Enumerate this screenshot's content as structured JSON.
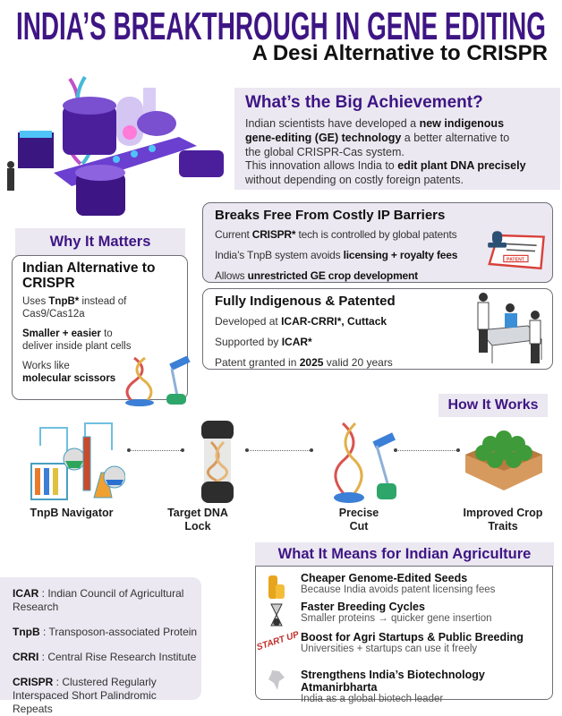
{
  "header": {
    "title": "INDIA’S BREAKTHROUGH IN GENE EDITING",
    "subtitle": "A Desi Alternative to CRISPR"
  },
  "achievement": {
    "heading": "What’s the Big Achievement?",
    "lines": [
      {
        "a": "Indian scientists have developed a ",
        "b": "new indigenous",
        "c": ""
      },
      {
        "a": "",
        "b": "gene-editing (GE) technology",
        "c": " a better alternative to"
      },
      {
        "a": "the global CRISPR-Cas system.",
        "b": "",
        "c": ""
      },
      {
        "a": "This innovation allows India to ",
        "b": "edit plant DNA precisely",
        "c": ""
      },
      {
        "a": "without depending on costly foreign patents.",
        "b": "",
        "c": ""
      }
    ]
  },
  "why": {
    "heading": "Why It Matters",
    "card_title": "Indian Alternative to CRISPR",
    "points": [
      {
        "a": "Uses ",
        "b": "TnpB*",
        "c": " instead of Cas9/Cas12a"
      },
      {
        "a": "",
        "b": "Smaller + easier",
        "c": " to deliver inside plant cells"
      },
      {
        "a": "Works like ",
        "b": "molecular scissors",
        "c": ""
      }
    ]
  },
  "ip_barriers": {
    "heading": "Breaks Free From Costly IP Barriers",
    "lines": [
      {
        "a": "Current ",
        "b": "CRISPR*",
        "c": " tech is controlled by global patents"
      },
      {
        "a": "India’s TnpB system avoids ",
        "b": "licensing + royalty fees",
        "c": ""
      },
      {
        "a": "Allows ",
        "b": "unrestricted GE crop development",
        "c": ""
      }
    ],
    "stamp_text": "PATENT"
  },
  "indigenous": {
    "heading": "Fully Indigenous & Patented",
    "lines": [
      {
        "a": "Developed at ",
        "b": "ICAR-CRRI*, Cuttack",
        "c": ""
      },
      {
        "a": "Supported by ",
        "b": "ICAR*",
        "c": ""
      },
      {
        "a": "Patent granted in ",
        "b": "2025",
        "c": " valid 20 years"
      }
    ]
  },
  "how": {
    "heading": "How It Works",
    "steps": [
      "TnpB Navigator",
      "Target DNA Lock",
      "Precise Cut",
      "Improved Crop Traits"
    ]
  },
  "agriculture": {
    "heading": "What It Means for Indian Agriculture",
    "items": [
      {
        "title": "Cheaper Genome-Edited Seeds",
        "sub": "Because India avoids patent licensing fees",
        "icon": "coins-icon"
      },
      {
        "title": "Faster Breeding Cycles",
        "sub": "Smaller proteins → quicker gene insertion",
        "icon": "hourglass-icon"
      },
      {
        "title": "Boost for Agri Startups & Public Breeding",
        "sub": "Universities + startups can use it freely",
        "icon": "startup-icon",
        "badge": "START UP"
      },
      {
        "title": "Strengthens India’s Biotechnology Atmanirbharta",
        "sub": "India as a global biotech leader",
        "icon": "india-map-icon"
      }
    ]
  },
  "glossary": [
    {
      "term": "ICAR",
      "def": " : Indian Council of Agricultural Research"
    },
    {
      "term": "TnpB",
      "def": " : Transposon-associated Protein"
    },
    {
      "term": "CRRI",
      "def": " : Central Rise Research Institute"
    },
    {
      "term": "CRISPR",
      "def": " : Clustered Regularly Interspaced Short Palindromic Repeats"
    }
  ],
  "colors": {
    "purple": "#3e1584",
    "lavender": "#ebe8f1"
  }
}
